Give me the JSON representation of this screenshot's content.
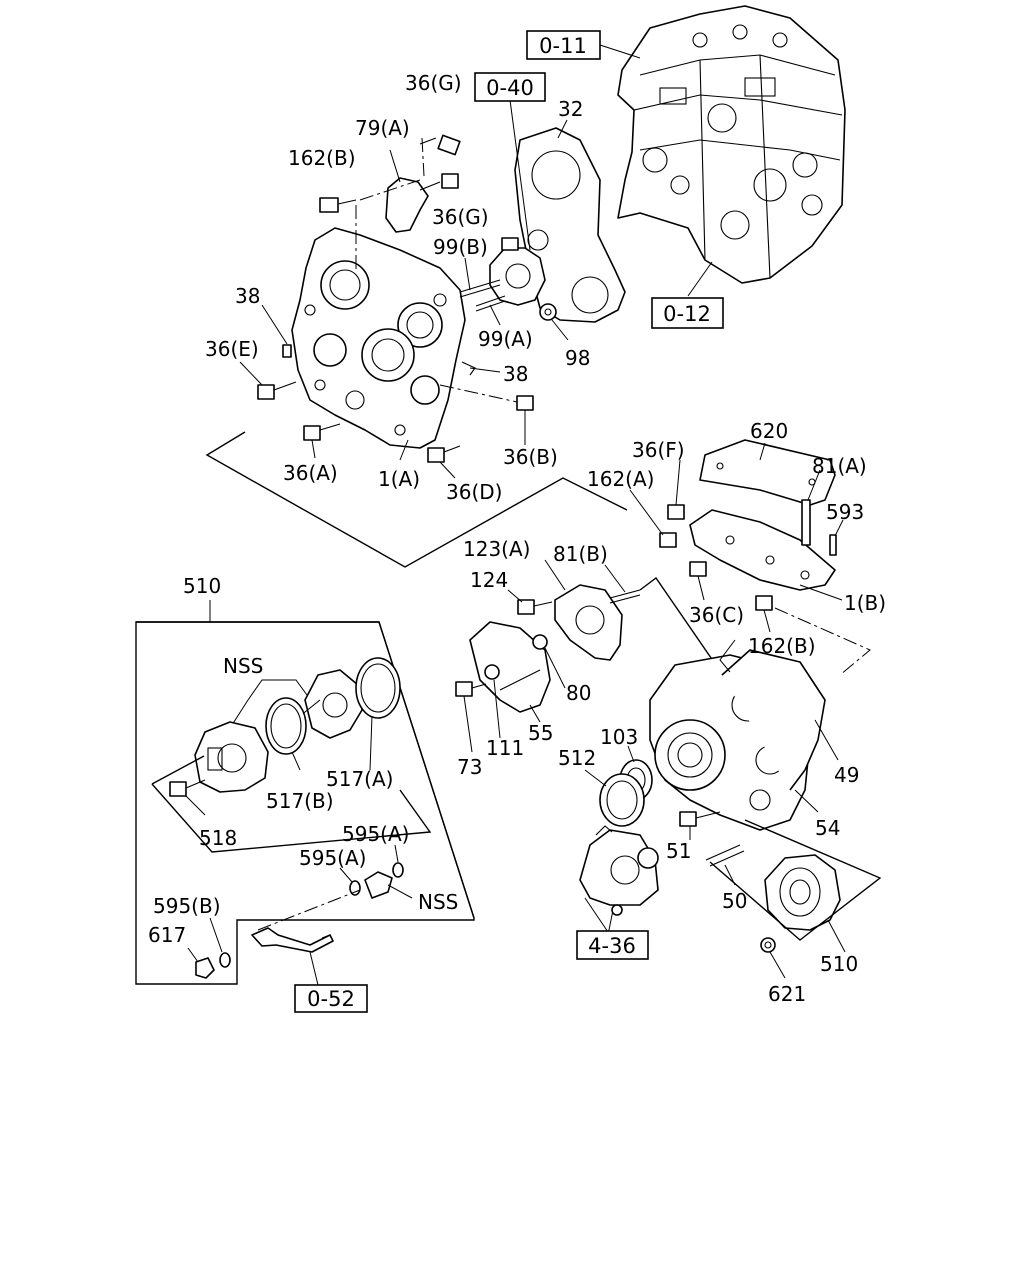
{
  "ref_boxes": [
    {
      "id": "r011",
      "text": "0-11"
    },
    {
      "id": "r040",
      "text": "0-40"
    },
    {
      "id": "r012",
      "text": "0-12"
    },
    {
      "id": "r436",
      "text": "4-36"
    },
    {
      "id": "r052",
      "text": "0-52"
    }
  ],
  "labels": [
    {
      "id": "l36g1",
      "text": "36(G)"
    },
    {
      "id": "l79a",
      "text": "79(A)"
    },
    {
      "id": "l162b1",
      "text": "162(B)"
    },
    {
      "id": "l36g2",
      "text": "36(G)"
    },
    {
      "id": "l99b",
      "text": "99(B)"
    },
    {
      "id": "l32",
      "text": "32"
    },
    {
      "id": "l38a",
      "text": "38"
    },
    {
      "id": "l36e",
      "text": "36(E)"
    },
    {
      "id": "l99a",
      "text": "99(A)"
    },
    {
      "id": "l98",
      "text": "98"
    },
    {
      "id": "l38b",
      "text": "38"
    },
    {
      "id": "l36b",
      "text": "36(B)"
    },
    {
      "id": "l36a",
      "text": "36(A)"
    },
    {
      "id": "l1a",
      "text": "1(A)"
    },
    {
      "id": "l36d",
      "text": "36(D)"
    },
    {
      "id": "l620",
      "text": "620"
    },
    {
      "id": "l36f",
      "text": "36(F)"
    },
    {
      "id": "l81a",
      "text": "81(A)"
    },
    {
      "id": "l162a",
      "text": "162(A)"
    },
    {
      "id": "l593",
      "text": "593"
    },
    {
      "id": "l123a",
      "text": "123(A)"
    },
    {
      "id": "l81b",
      "text": "81(B)"
    },
    {
      "id": "l124",
      "text": "124"
    },
    {
      "id": "l36c",
      "text": "36(C)"
    },
    {
      "id": "l1b",
      "text": "1(B)"
    },
    {
      "id": "l162b2",
      "text": "162(B)"
    },
    {
      "id": "l510a",
      "text": "510"
    },
    {
      "id": "lnss1",
      "text": "NSS"
    },
    {
      "id": "l80",
      "text": "80"
    },
    {
      "id": "l73",
      "text": "73"
    },
    {
      "id": "l111",
      "text": "111"
    },
    {
      "id": "l55",
      "text": "55"
    },
    {
      "id": "l512",
      "text": "512"
    },
    {
      "id": "l103",
      "text": "103"
    },
    {
      "id": "l49",
      "text": "49"
    },
    {
      "id": "l517a",
      "text": "517(A)"
    },
    {
      "id": "l517b",
      "text": "517(B)"
    },
    {
      "id": "l518",
      "text": "518"
    },
    {
      "id": "l595a1",
      "text": "595(A)"
    },
    {
      "id": "l595a2",
      "text": "595(A)"
    },
    {
      "id": "lnss2",
      "text": "NSS"
    },
    {
      "id": "l54",
      "text": "54"
    },
    {
      "id": "l51",
      "text": "51"
    },
    {
      "id": "l50",
      "text": "50"
    },
    {
      "id": "l595b",
      "text": "595(B)"
    },
    {
      "id": "l617",
      "text": "617"
    },
    {
      "id": "l510b",
      "text": "510"
    },
    {
      "id": "l621",
      "text": "621"
    }
  ]
}
